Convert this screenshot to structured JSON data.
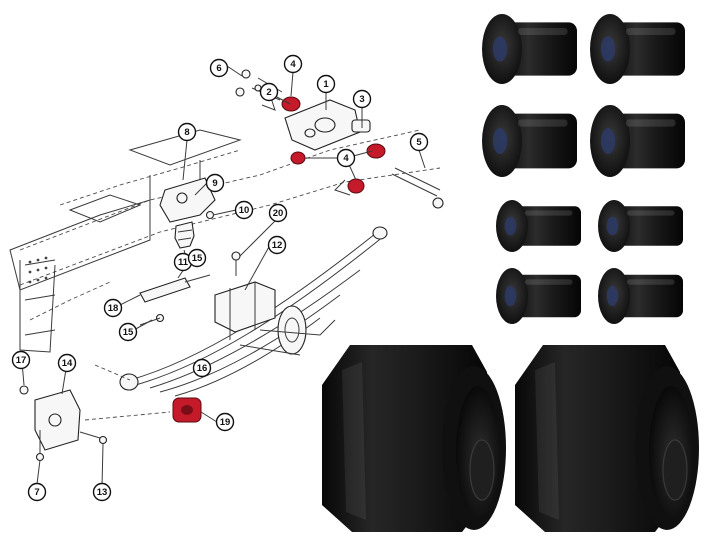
{
  "colors": {
    "bushing_red": "#c41a2a",
    "rubber_black": "#141414",
    "line_gray": "#3a3a3a"
  },
  "callouts": [
    {
      "id": "c1",
      "label": "1"
    },
    {
      "id": "c2",
      "label": "2"
    },
    {
      "id": "c3",
      "label": "3"
    },
    {
      "id": "c4a",
      "label": "4"
    },
    {
      "id": "c4b",
      "label": "4"
    },
    {
      "id": "c5",
      "label": "5"
    },
    {
      "id": "c6",
      "label": "6"
    },
    {
      "id": "c7",
      "label": "7"
    },
    {
      "id": "c8",
      "label": "8"
    },
    {
      "id": "c9",
      "label": "9"
    },
    {
      "id": "c10",
      "label": "10"
    },
    {
      "id": "c11",
      "label": "11"
    },
    {
      "id": "c12",
      "label": "12"
    },
    {
      "id": "c13",
      "label": "13"
    },
    {
      "id": "c14",
      "label": "14"
    },
    {
      "id": "c15a",
      "label": "15"
    },
    {
      "id": "c15b",
      "label": "15"
    },
    {
      "id": "c16",
      "label": "16"
    },
    {
      "id": "c17",
      "label": "17"
    },
    {
      "id": "c18",
      "label": "18"
    },
    {
      "id": "c19",
      "label": "19"
    },
    {
      "id": "c20",
      "label": "20"
    }
  ],
  "product_photos": {
    "small_bushings_count": 8,
    "large_bushings_count": 2
  }
}
